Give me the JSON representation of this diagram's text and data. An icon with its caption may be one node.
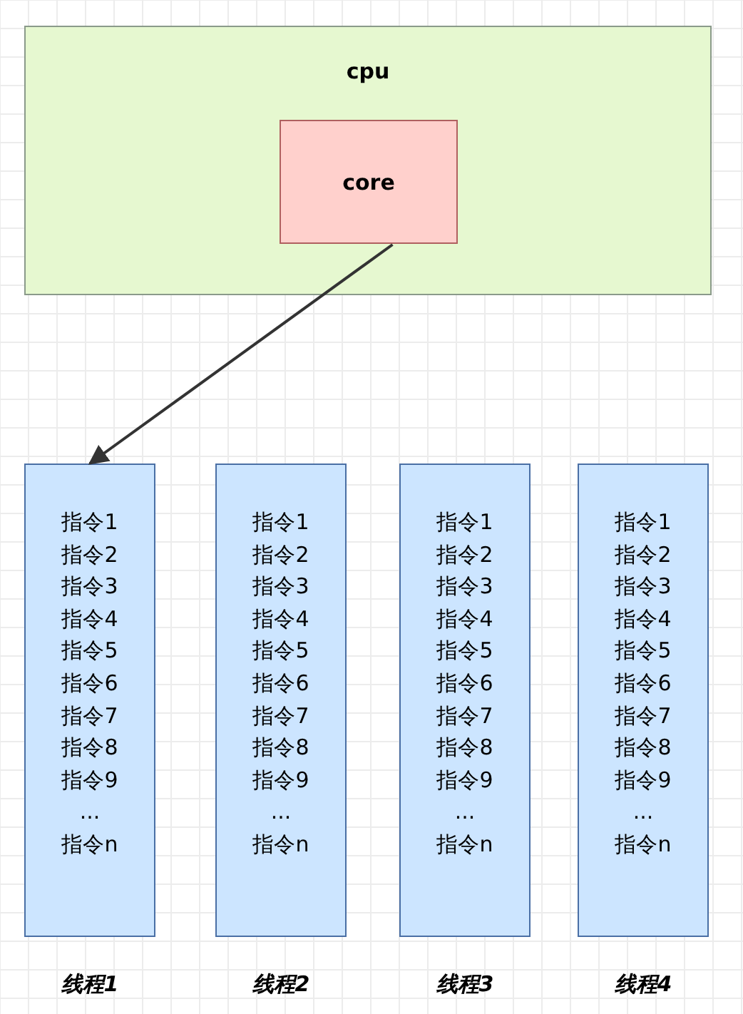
{
  "diagram": {
    "nodes": [
      {
        "text": [
          "cpu"
        ]
      },
      {
        "text": [
          "core"
        ],
        "in": 0
      },
      {
        "text": [
          "指令1",
          "指令2",
          "指令3",
          "指令4",
          "指令5",
          "指令6",
          "指令7",
          "指令8",
          "指令9",
          "...",
          "指令n"
        ],
        "beside": [
          "线程1"
        ]
      },
      {
        "text": [
          "指令1",
          "指令2",
          "指令3",
          "指令4",
          "指令5",
          "指令6",
          "指令7",
          "指令8",
          "指令9",
          "...",
          "指令n"
        ],
        "beside": [
          "线程2"
        ]
      },
      {
        "text": [
          "指令1",
          "指令2",
          "指令3",
          "指令4",
          "指令5",
          "指令6",
          "指令7",
          "指令8",
          "指令9",
          "...",
          "指令n"
        ],
        "beside": [
          "线程3"
        ]
      },
      {
        "text": [
          "指令1",
          "指令2",
          "指令3",
          "指令4",
          "指令5",
          "指令6",
          "指令7",
          "指令8",
          "指令9",
          "...",
          "指令n"
        ],
        "beside": [
          "线程4"
        ]
      }
    ],
    "edges": [
      {
        "from": 1,
        "to": 2,
        "arrow": "to"
      }
    ]
  }
}
